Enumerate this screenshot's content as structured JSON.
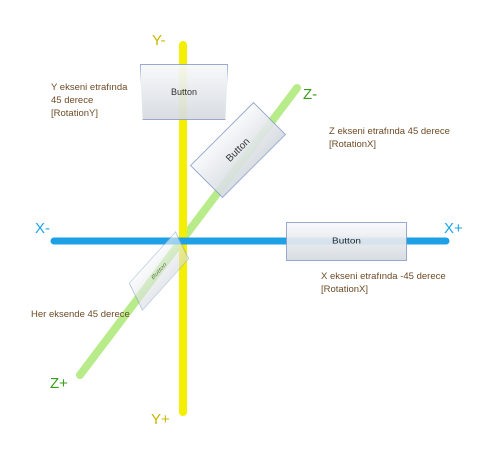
{
  "axes": {
    "x_minus": "X-",
    "x_plus": "X+",
    "y_minus": "Y-",
    "y_plus": "Y+",
    "z_minus": "Z-",
    "z_plus": "Z+"
  },
  "colors": {
    "x_axis": "#1ea0e6",
    "y_axis": "#f2f000",
    "z_axis": "#b8eb8a",
    "x_label": "#1aa6e8",
    "y_label": "#c9b800",
    "z_label": "#3a9a1a",
    "note_text": "#6e4b26"
  },
  "buttons": {
    "y_rotated": "Button",
    "z_rotated": "Button",
    "x_rotated": "Button",
    "all_rotated": "Button"
  },
  "notes": {
    "y_rotation": {
      "line1": "Y ekseni etrafında",
      "line2": "45 derece",
      "line3": "[RotationY]"
    },
    "z_rotation": {
      "line1": "Z ekseni etrafında 45 derece",
      "line2": "[RotationX]"
    },
    "x_rotation": {
      "line1": "X ekseni etrafında -45 derece",
      "line2": "[RotationX]"
    },
    "all_rotation": {
      "line1": "Her eksende 45 derece"
    }
  }
}
